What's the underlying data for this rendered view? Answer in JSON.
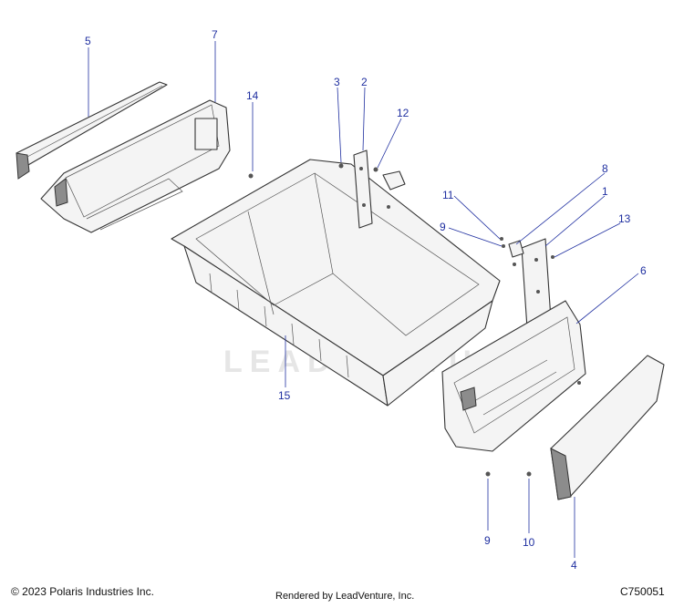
{
  "watermark": "LEADVENTURE",
  "footer": {
    "copyright": "© 2023 Polaris Industries Inc.",
    "rendered_by": "Rendered by LeadVenture, Inc.",
    "diagram_code": "C750051"
  },
  "callouts": {
    "c1": "1",
    "c2": "2",
    "c3": "3",
    "c4": "4",
    "c5": "5",
    "c6": "6",
    "c7": "7",
    "c8": "8",
    "c9a": "9",
    "c9b": "9",
    "c10": "10",
    "c11": "11",
    "c12": "12",
    "c13": "13",
    "c14": "14",
    "c15": "15"
  },
  "colors": {
    "callout": "#1f2fa0",
    "line": "#333333"
  }
}
